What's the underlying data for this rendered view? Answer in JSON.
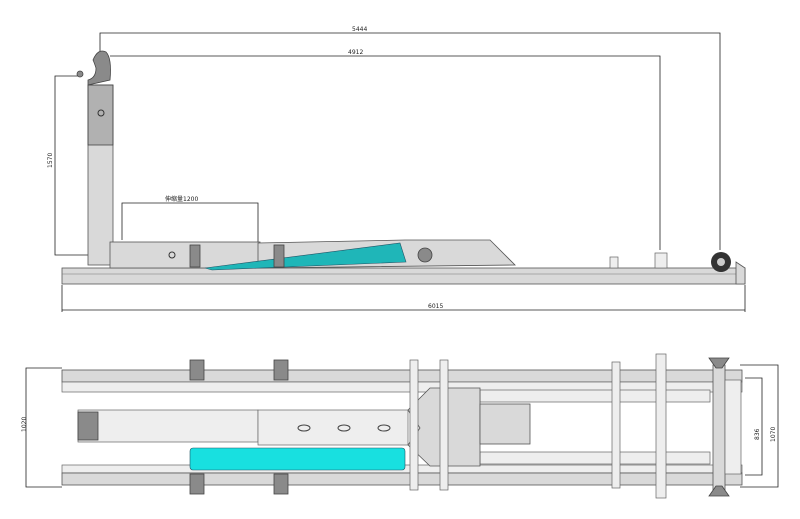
{
  "side_view": {
    "dimensions": {
      "hook_to_roller": "5444",
      "hook_to_bracket": "4912",
      "hook_height": "1570",
      "telescopic_stroke": "伸缩量1200",
      "overall_length": "6015"
    }
  },
  "top_view": {
    "dimensions": {
      "overall_width": "1020",
      "inner_width": "836",
      "roller_width": "1070"
    }
  },
  "colors": {
    "cylinder": "#1fb6b8",
    "cylinder_top": "#18e0e0",
    "frame": "#d9d9d9",
    "line": "#222222"
  }
}
